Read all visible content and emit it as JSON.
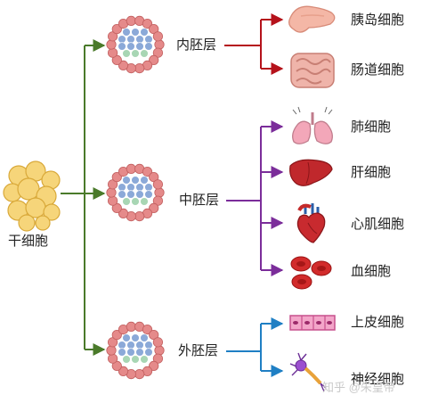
{
  "nodes": {
    "stem_cell": "干细胞",
    "endoderm": "内胚层",
    "mesoderm": "中胚层",
    "ectoderm": "外胚层"
  },
  "endoderm_cells": [
    "胰岛细胞",
    "肠道细胞"
  ],
  "mesoderm_cells": [
    "肺细胞",
    "肝细胞",
    "心肌细胞",
    "血细胞"
  ],
  "ectoderm_cells": [
    "上皮细胞",
    "神经细胞"
  ],
  "watermark": "知乎 @朱皇帝",
  "colors": {
    "green_arrow": "#4a7a2a",
    "red_arrow": "#b5121b",
    "purple_arrow": "#7b2d9a",
    "blue_arrow": "#1f7fc4",
    "stem_cell_fill": "#f6d57a",
    "embryo_outer": "#e58a8a",
    "embryo_blue": "#8ba9d8",
    "embryo_green": "#a8d6b4"
  },
  "icons": [
    "pancreas-icon",
    "intestine-icon",
    "lungs-icon",
    "liver-icon",
    "heart-icon",
    "blood-cells-icon",
    "epithelial-icon",
    "neuron-icon"
  ]
}
